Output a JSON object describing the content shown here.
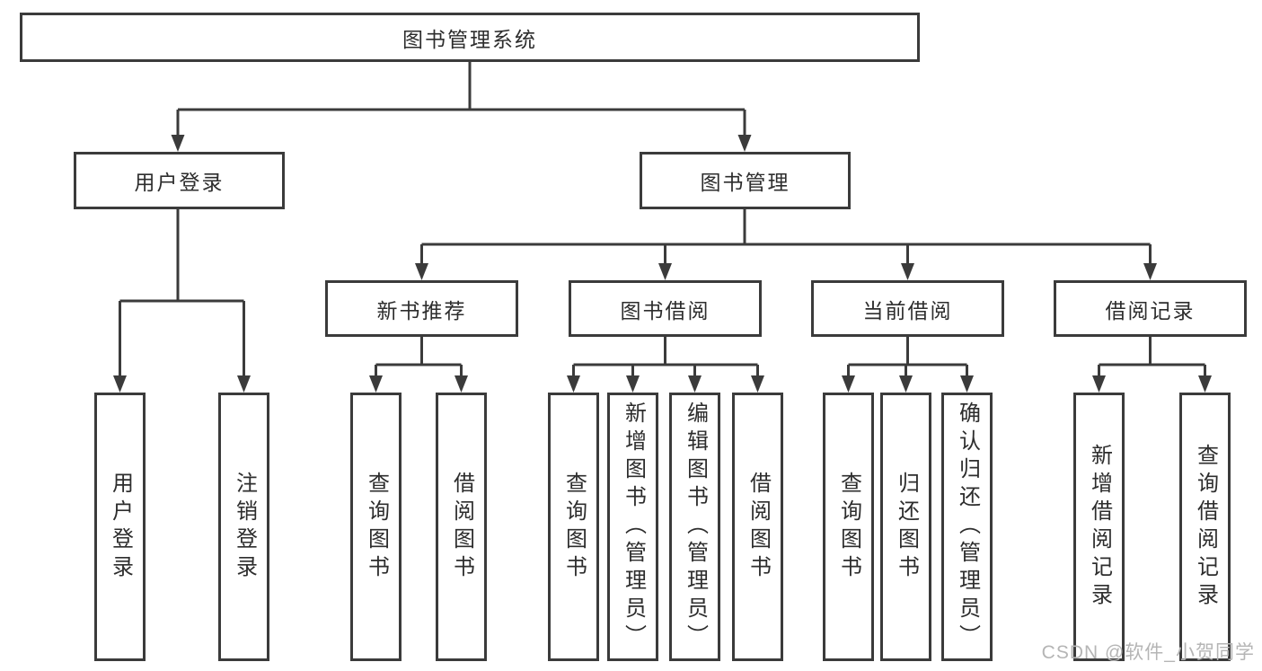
{
  "diagram": {
    "root": {
      "label": "图书管理系统"
    },
    "level2": [
      {
        "id": "user-login",
        "label": "用户登录"
      },
      {
        "id": "book-management",
        "label": "图书管理"
      }
    ],
    "level3": [
      {
        "id": "new-book-recommend",
        "parent": "book-management",
        "label": "新书推荐"
      },
      {
        "id": "book-borrowing",
        "parent": "book-management",
        "label": "图书借阅"
      },
      {
        "id": "current-borrowing",
        "parent": "book-management",
        "label": "当前借阅"
      },
      {
        "id": "borrowing-records",
        "parent": "book-management",
        "label": "借阅记录"
      }
    ],
    "leaves": [
      {
        "id": "user-login-action",
        "parent": "user-login",
        "label": "用户登录"
      },
      {
        "id": "logout-action",
        "parent": "user-login",
        "label": "注销登录"
      },
      {
        "id": "query-books-newbook",
        "parent": "new-book-recommend",
        "label": "查询图书"
      },
      {
        "id": "borrow-books-newbook",
        "parent": "new-book-recommend",
        "label": "借阅图书"
      },
      {
        "id": "query-books-borrowing",
        "parent": "book-borrowing",
        "label": "查询图书"
      },
      {
        "id": "add-books-admin",
        "parent": "book-borrowing",
        "label": "新增图书（管理员）"
      },
      {
        "id": "edit-books-admin",
        "parent": "book-borrowing",
        "label": "编辑图书（管理员）"
      },
      {
        "id": "borrow-books-borrowing",
        "parent": "book-borrowing",
        "label": "借阅图书"
      },
      {
        "id": "query-books-current",
        "parent": "current-borrowing",
        "label": "查询图书"
      },
      {
        "id": "return-books",
        "parent": "current-borrowing",
        "label": "归还图书"
      },
      {
        "id": "confirm-return-admin",
        "parent": "current-borrowing",
        "label": "确认归还（管理员）"
      },
      {
        "id": "add-borrow-record",
        "parent": "borrowing-records",
        "label": "新增借阅记录"
      },
      {
        "id": "query-borrow-record",
        "parent": "borrowing-records",
        "label": "查询借阅记录"
      }
    ]
  },
  "watermark": "CSDN @软件_小贺同学",
  "colors": {
    "line": "#3b3b3b",
    "text": "#2d2d2d",
    "watermark": "#b5b5b5",
    "background": "#ffffff"
  }
}
